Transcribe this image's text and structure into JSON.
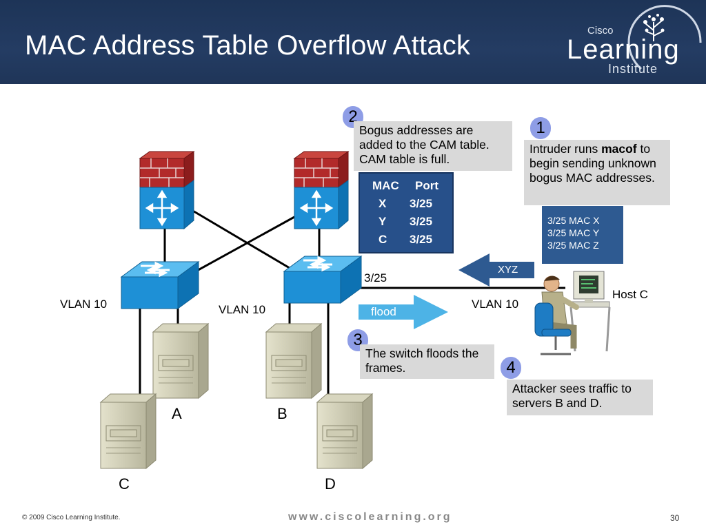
{
  "slide": {
    "title": "MAC Address Table Overflow Attack",
    "page_number": "30",
    "copyright": "© 2009 Cisco Learning Institute.",
    "website": "www.ciscolearning.org"
  },
  "logo": {
    "cisco": "Cisco",
    "learning": "Learning",
    "institute": "Institute"
  },
  "steps": [
    {
      "number": "1",
      "text_before": "Intruder runs ",
      "text_bold": "macof",
      "text_after": " to begin sending unknown bogus MAC addresses."
    },
    {
      "number": "2",
      "text": "Bogus addresses are added to the CAM table. CAM table is full."
    },
    {
      "number": "3",
      "text": "The switch floods the frames."
    },
    {
      "number": "4",
      "text": "Attacker sees traffic to servers B and D."
    }
  ],
  "cam_table": {
    "headers": [
      "MAC",
      "Port"
    ],
    "rows": [
      [
        "X",
        "3/25"
      ],
      [
        "Y",
        "3/25"
      ],
      [
        "C",
        "3/25"
      ]
    ]
  },
  "mac_list": [
    "3/25 MAC X",
    "3/25 MAC Y",
    "3/25 MAC Z"
  ],
  "labels": {
    "port": "3/25",
    "xyz": "XYZ",
    "flood": "flood",
    "host_c": "Host C",
    "vlan_left": "VLAN 10",
    "vlan_mid": "VLAN 10",
    "vlan_right": "VLAN 10",
    "server_a": "A",
    "server_b": "B",
    "server_c": "C",
    "server_d": "D"
  },
  "colors": {
    "header": "#1f3558",
    "switch": "#1e90d6",
    "firewall_brick": "#b22a2a",
    "badge": "#8e9de6",
    "arrow": "#4db3e6",
    "note_bg": "#d9d9d9"
  }
}
